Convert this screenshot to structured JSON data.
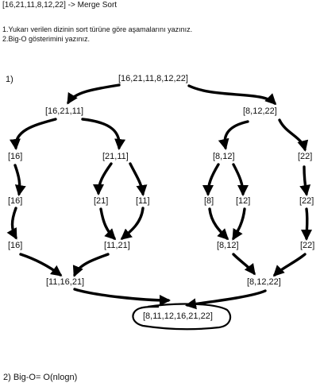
{
  "header": {
    "title": "[16,21,11,8,12,22] -> Merge Sort"
  },
  "tasks": [
    "1.Yukarı verilen dizinin sort türüne göre aşamalarını yazınız.",
    "2.Big-O gösterimini yazınız."
  ],
  "section_1_label": "1)",
  "tree": {
    "root": "[16,21,11,8,12,22]",
    "split_left": "[16,21,11]",
    "split_right": "[8,12,22]",
    "level2": [
      "[16]",
      "[21,11]",
      "[8,12]",
      "[22]"
    ],
    "level3": [
      "[16]",
      "[21]",
      "[11]",
      "[8]",
      "[12]",
      "[22]"
    ],
    "merge1": [
      "[16]",
      "[11,21]",
      "[8,12]",
      "[22]"
    ],
    "merge2": [
      "[11,16,21]",
      "[8,12,22]"
    ],
    "result": "[8,11,12,16,21,22]"
  },
  "answer_2": "2)  Big-O= O(nlogn)"
}
